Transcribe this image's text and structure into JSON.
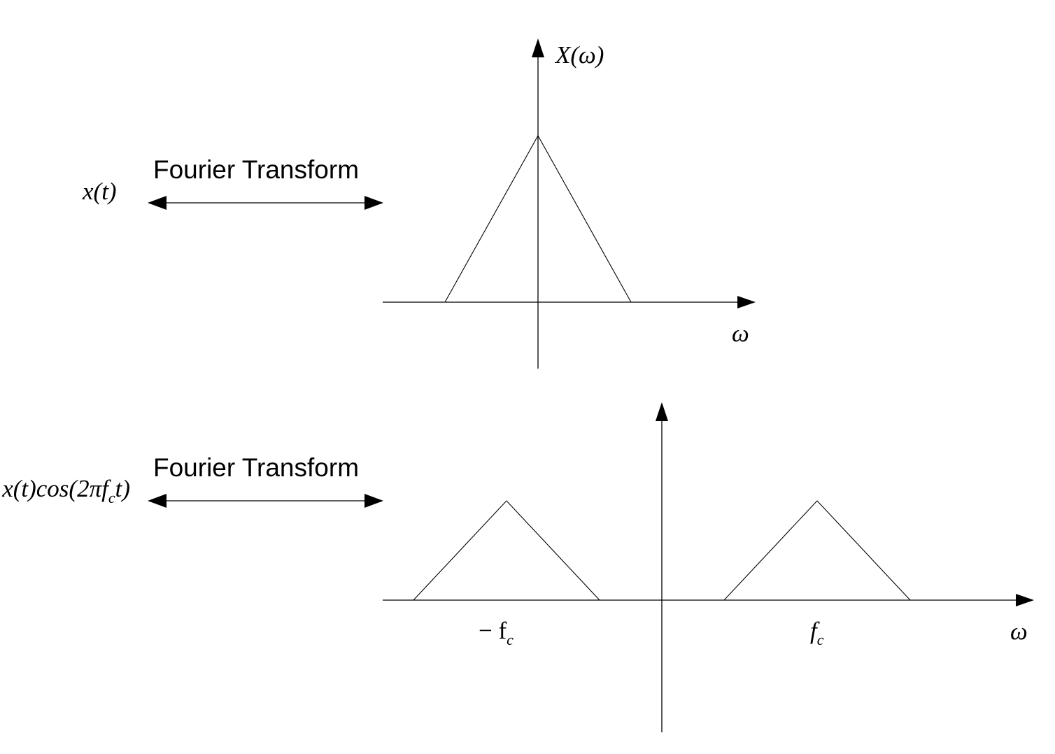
{
  "top_panel": {
    "signal_label": "x(t)",
    "relation_label": "Fourier Transform",
    "y_axis_label": "X(ω)",
    "x_axis_label": "ω"
  },
  "bottom_panel": {
    "signal_label": "x(t)cos(2πf",
    "signal_sub": "c",
    "signal_tail": "t)",
    "relation_label": "Fourier Transform",
    "x_axis_label": "ω",
    "neg_carrier_label": "− f",
    "neg_carrier_sub": "c",
    "pos_carrier_label": "f",
    "pos_carrier_sub": "c"
  }
}
